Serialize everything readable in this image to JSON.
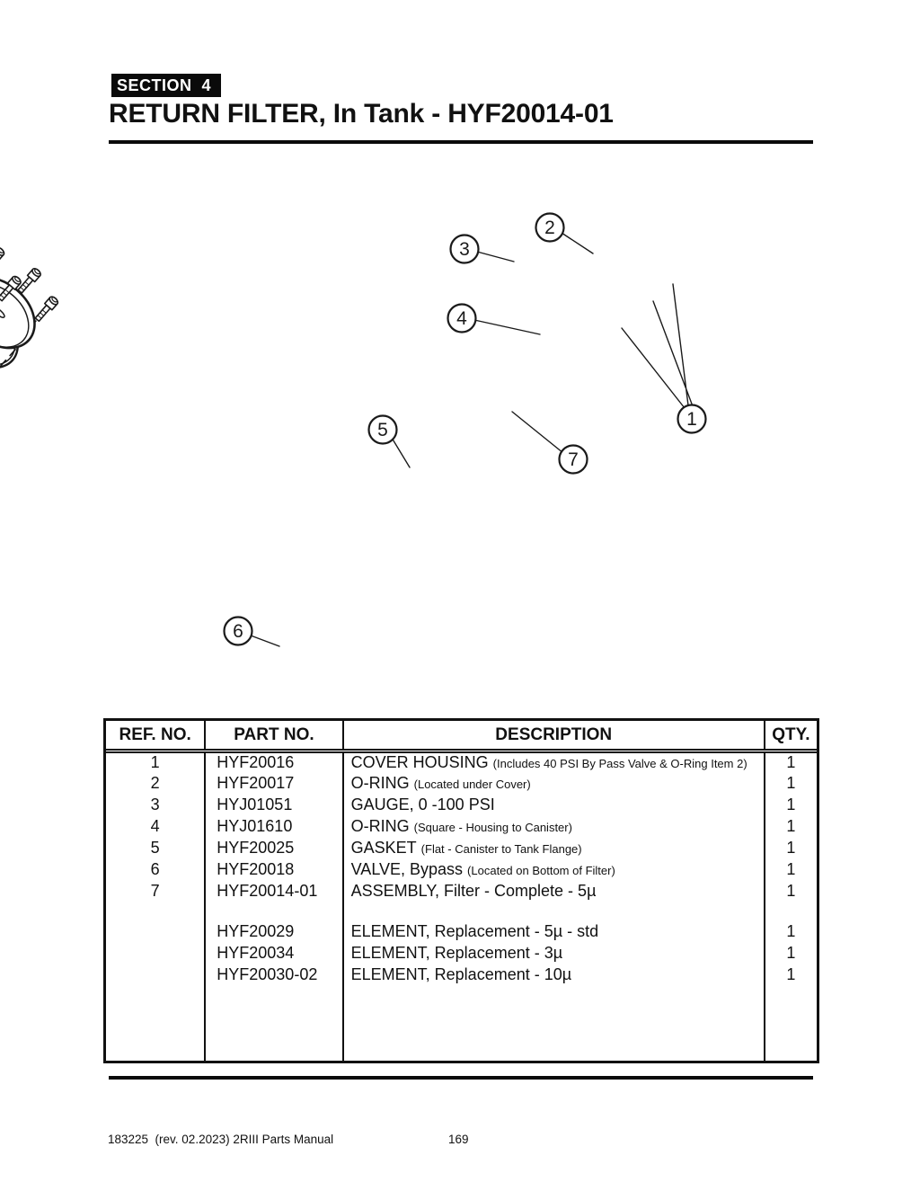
{
  "page": {
    "section_label": "SECTION  4",
    "title": "RETURN FILTER, In Tank - HYF20014-01",
    "footer_left": "183225  (rev. 02.2023) 2RIII Parts Manual",
    "page_number": "169"
  },
  "diagram": {
    "callouts": [
      "1",
      "2",
      "3",
      "4",
      "5",
      "6",
      "7"
    ]
  },
  "table": {
    "headers": [
      "REF. NO.",
      "PART NO.",
      "DESCRIPTION",
      "QTY."
    ],
    "rows": [
      {
        "ref": "1",
        "part": "HYF20016",
        "desc": "COVER HOUSING",
        "note": "(Includes 40 PSI By Pass Valve & O-Ring Item 2)",
        "qty": "1"
      },
      {
        "ref": "2",
        "part": "HYF20017",
        "desc": "O-RING",
        "note": "(Located under Cover)",
        "qty": "1"
      },
      {
        "ref": "3",
        "part": "HYJ01051",
        "desc": "GAUGE, 0 -100 PSI",
        "note": "",
        "qty": "1"
      },
      {
        "ref": "4",
        "part": "HYJ01610",
        "desc": "O-RING",
        "note": "(Square - Housing to Canister)",
        "qty": "1"
      },
      {
        "ref": "5",
        "part": "HYF20025",
        "desc": "GASKET",
        "note": "(Flat - Canister to Tank Flange)",
        "qty": "1"
      },
      {
        "ref": "6",
        "part": "HYF20018",
        "desc": "VALVE, Bypass",
        "note": "(Located on Bottom of Filter)",
        "qty": "1"
      },
      {
        "ref": "7",
        "part": "HYF20014-01",
        "desc": "ASSEMBLY, Filter - Complete - 5µ",
        "note": "",
        "qty": "1"
      },
      {
        "ref": "",
        "part": "",
        "desc": "",
        "note": "",
        "qty": ""
      },
      {
        "ref": "",
        "part": "HYF20029",
        "desc": "ELEMENT, Replacement - 5µ - std",
        "note": "",
        "qty": "1"
      },
      {
        "ref": "",
        "part": "HYF20034",
        "desc": "ELEMENT, Replacement - 3µ",
        "note": "",
        "qty": "1"
      },
      {
        "ref": "",
        "part": "HYF20030-02",
        "desc": "ELEMENT, Replacement - 10µ",
        "note": "",
        "qty": "1"
      }
    ]
  }
}
